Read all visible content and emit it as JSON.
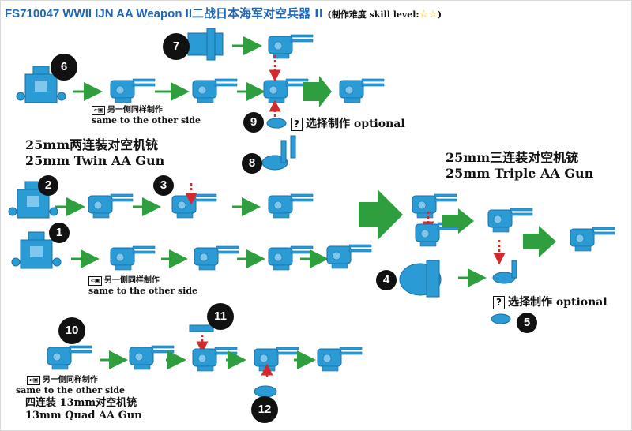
{
  "title": {
    "code": "FS710047 WWII IJN AA Weapon II",
    "chinese": "二战日本海军对空兵器 II",
    "skill_label": "(制作难度 skill level:",
    "stars": "☆☆",
    "skill_close": ")"
  },
  "sections": {
    "twin": {
      "cn": "25mm两连装对空机铳",
      "en": "25mm Twin AA Gun"
    },
    "triple": {
      "cn": "25mm三连装对空机铳",
      "en": "25mm Triple AA Gun"
    },
    "quad": {
      "cn": "四连装 13mm对空机铳",
      "en": "13mm Quad AA Gun"
    }
  },
  "notes": {
    "same_cn": "另一侧同样制作",
    "same_en": "same to the other side",
    "mirror_glyph": "⇐▣",
    "optional_cn": "选择制作",
    "optional_en": "optional",
    "question": "?"
  },
  "steps": [
    "1",
    "2",
    "3",
    "4",
    "5",
    "6",
    "7",
    "8",
    "9",
    "10",
    "11",
    "12"
  ],
  "colors": {
    "part": "#2b9bd6",
    "part_dark": "#1a6fa3",
    "arrow": "#2e9e3e",
    "dashed": "#d6282a",
    "title": "#1f67b4"
  }
}
